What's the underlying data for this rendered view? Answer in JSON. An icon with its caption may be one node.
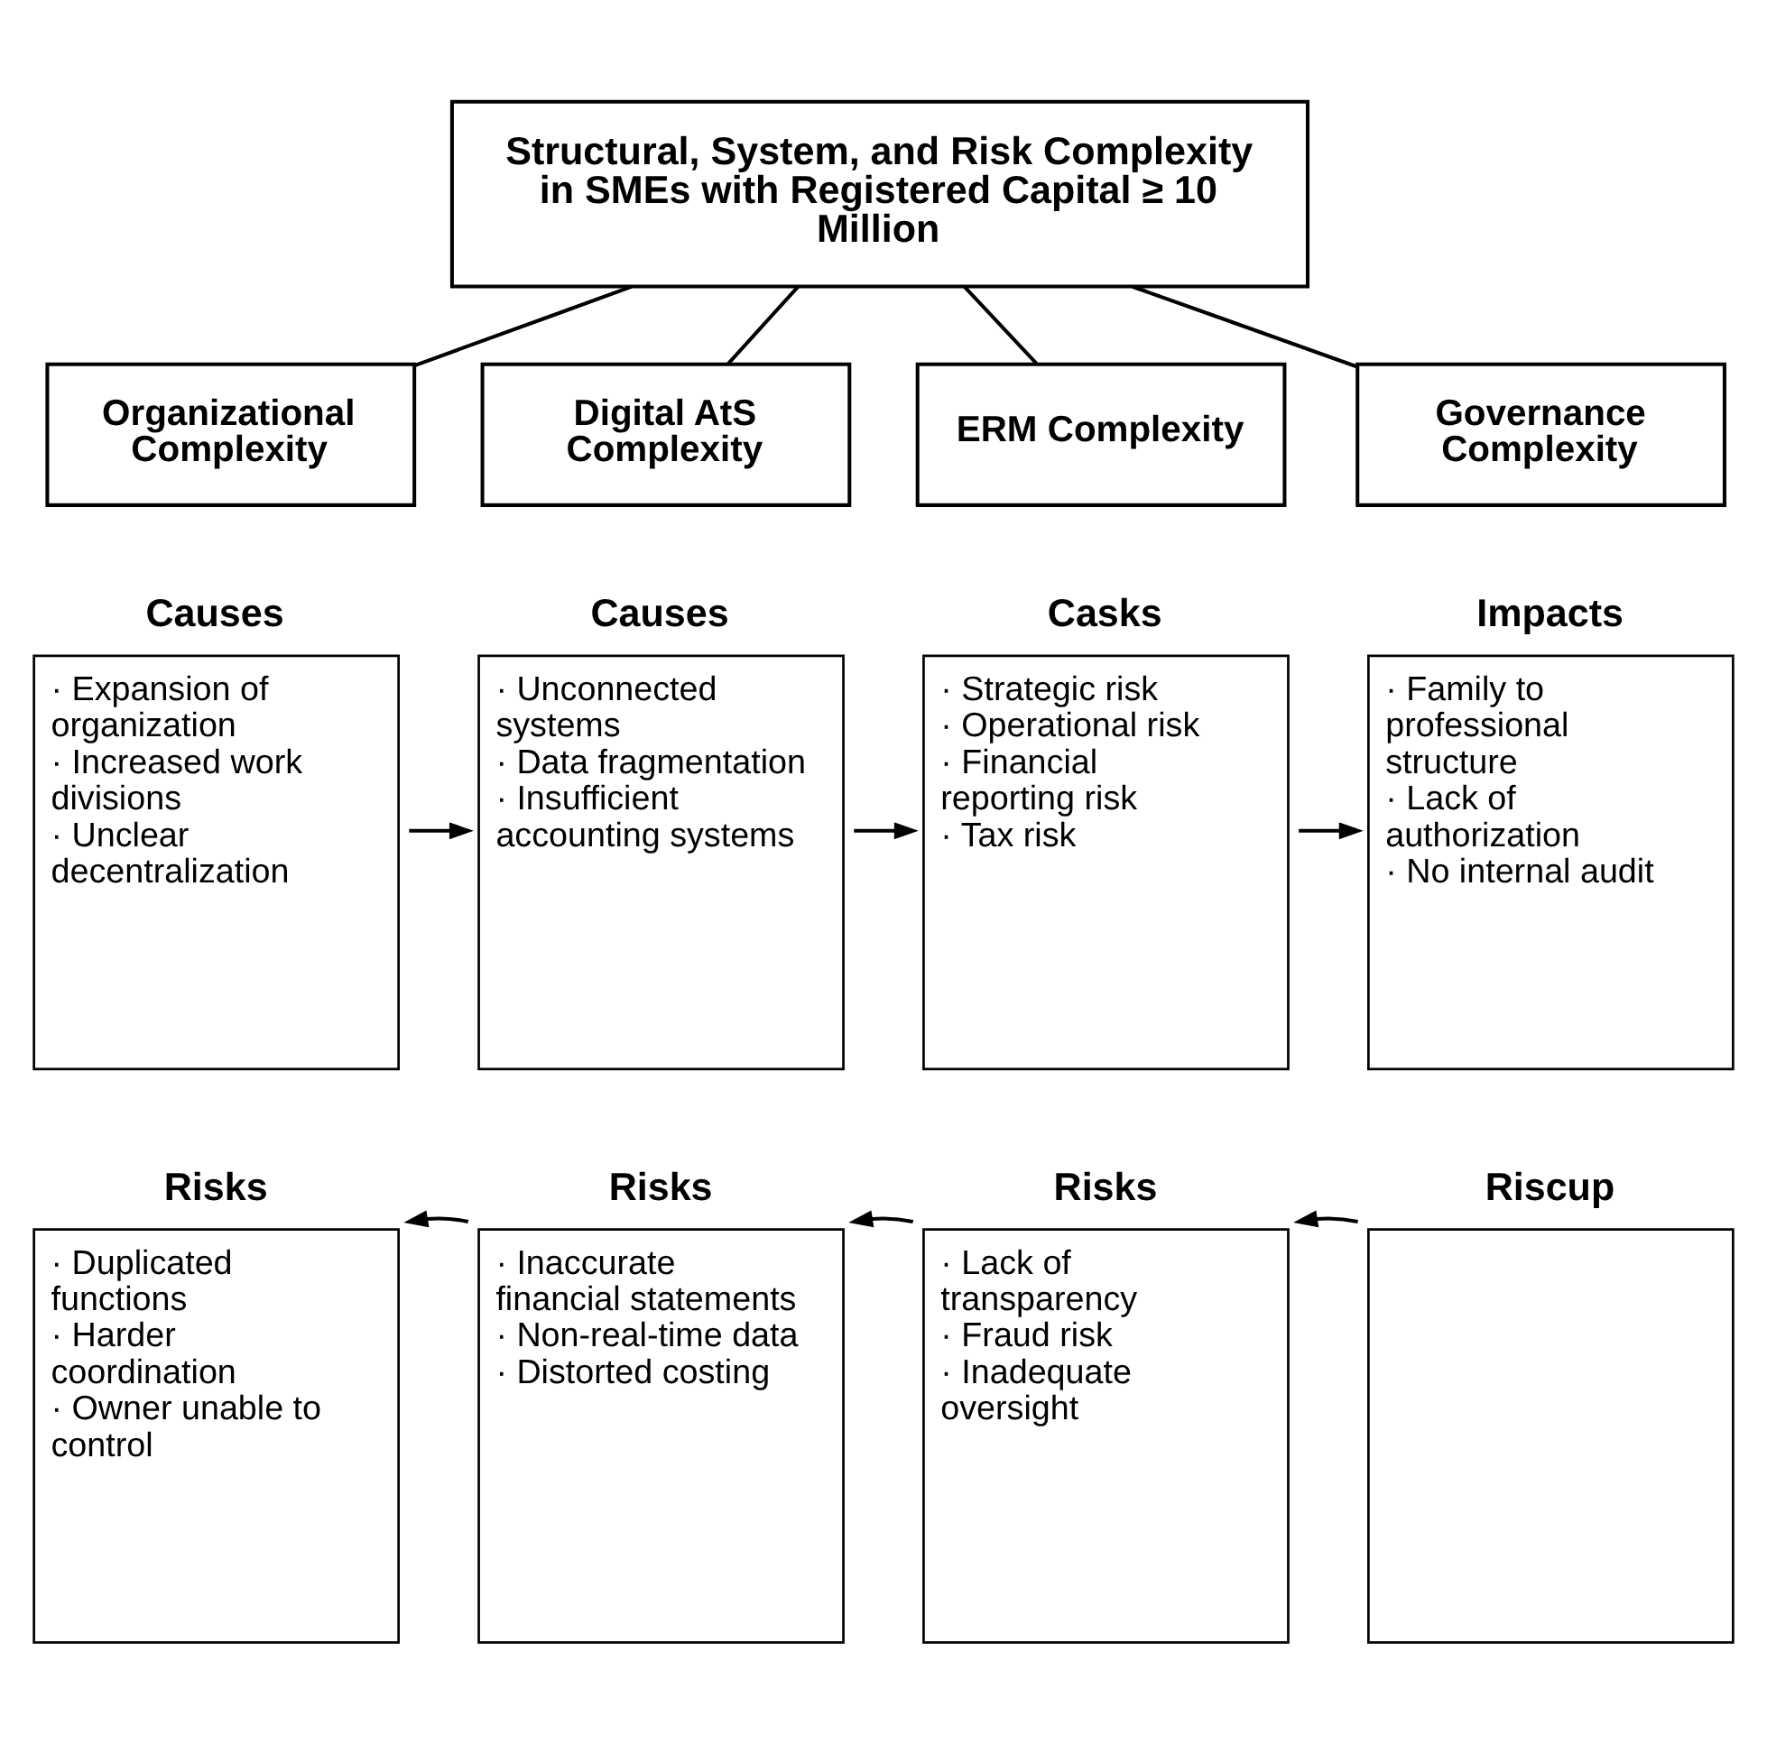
{
  "diagram": {
    "nodes": [
      {
        "text": [
          "Structural, System, and Risk Complexity in SMEs with Registered Capital ≥ 10 Million"
        ]
      },
      {
        "text": [
          "Organizational Complexity"
        ]
      },
      {
        "text": [
          "Digital AtS Complexity"
        ]
      },
      {
        "text": [
          "ERM Complexity"
        ]
      },
      {
        "text": [
          "Governance Complexity"
        ]
      },
      {
        "text": [
          "Causes",
          "· Expansion of organization",
          "· Increased work divisions",
          "· Unclear decentralization"
        ]
      },
      {
        "text": [
          "Causes",
          "· Unconnected systems",
          "· Data fragmentation",
          "· Insufficient accounting systems"
        ]
      },
      {
        "text": [
          "Casks",
          "· Strategic risk",
          "· Operational risk",
          "· Financial reporting risk",
          "· Tax risk"
        ]
      },
      {
        "text": [
          "Impacts",
          "· Family to professional structure",
          "· Lack of authorization",
          "· No internal audit"
        ]
      },
      {
        "text": [
          "Risks",
          "· Duplicated functions",
          "· Harder coordination",
          "· Owner unable to control"
        ]
      },
      {
        "text": [
          "Risks",
          "· Inaccurate financial statements",
          "· Non-real-time data",
          "· Distorted costing"
        ]
      },
      {
        "text": [
          "Risks",
          "· Lack of transparency",
          "· Fraud risk",
          "· Inadequate oversight"
        ]
      },
      {
        "text": [
          "Riscup"
        ]
      }
    ],
    "edges": [
      {
        "from": 0,
        "to": 1,
        "arrow": "none"
      },
      {
        "from": 0,
        "to": 2,
        "arrow": "none"
      },
      {
        "from": 0,
        "to": 3,
        "arrow": "none"
      },
      {
        "from": 0,
        "to": 4,
        "arrow": "none"
      },
      {
        "from": 5,
        "to": 6,
        "arrow": "to"
      },
      {
        "from": 6,
        "to": 7,
        "arrow": "to"
      },
      {
        "from": 7,
        "to": 8,
        "arrow": "to"
      },
      {
        "from": 10,
        "to": 9,
        "arrow": "to"
      },
      {
        "from": 11,
        "to": 10,
        "arrow": "to"
      },
      {
        "from": 12,
        "to": 11,
        "arrow": "to"
      }
    ]
  }
}
